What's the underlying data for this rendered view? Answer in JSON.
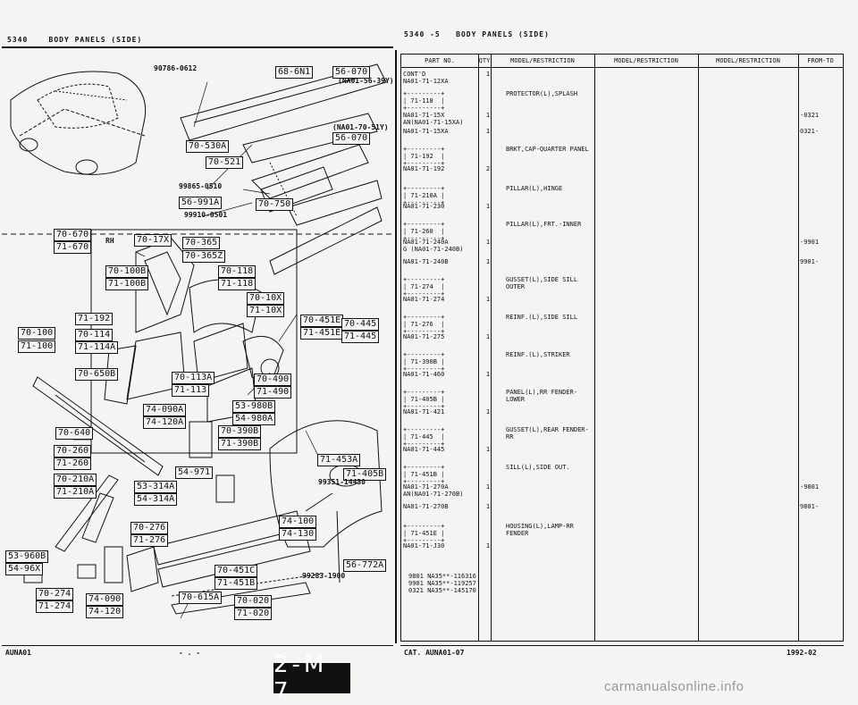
{
  "left_header": {
    "code": "5340",
    "title": "BODY PANELS (SIDE)"
  },
  "right_header": {
    "code": "5340 -5",
    "title": "BODY PANELS (SIDE)"
  },
  "diagram": {
    "callouts": [
      "68-6N1",
      "56-070",
      "70-530A",
      "70-521",
      "56-070",
      "56-991A",
      "70-750",
      "70-17X",
      "70-365",
      "70-365Z",
      "70-670",
      "71-670",
      "70-100B",
      "71-100B",
      "70-118",
      "71-118",
      "70-10X",
      "71-10X",
      "71-192",
      "70-114",
      "71-114A",
      "70-451E",
      "71-451E",
      "70-445",
      "71-445",
      "70-100",
      "71-100",
      "70-650B",
      "70-113A",
      "71-113",
      "70-490",
      "71-490",
      "74-090A",
      "74-120A",
      "53-980B",
      "54-980A",
      "70-640",
      "70-390B",
      "71-390B",
      "70-260",
      "71-260",
      "54-971",
      "71-453A",
      "71-405B",
      "70-210A",
      "71-210A",
      "53-314A",
      "54-314A",
      "70-276",
      "71-276",
      "74-100",
      "74-130",
      "53-960B",
      "54-96X",
      "56-772A",
      "70-451C",
      "71-451B",
      "70-274",
      "71-274",
      "74-090",
      "74-120",
      "70-615A",
      "70-020",
      "71-020"
    ],
    "labels": [
      "90786-0612",
      "(NA01-56-39Y)",
      "(NA01-70-51Y)",
      "99865-0510",
      "99910-0501",
      "RH",
      "99351-14430",
      "99283-1900"
    ]
  },
  "table": {
    "headers": [
      "PART NO.",
      "QTY",
      "MODEL/RESTRICTION",
      "MODEL/RESTRICTION",
      "MODEL/RESTRICTION",
      "FROM-TO"
    ],
    "rows": [
      {
        "pn": "CONT'D\nNA01-71-12XA",
        "qty": "1",
        "desc": "",
        "ft": ""
      },
      {
        "pn": "+---------+\n| 71-118  |\n+---------+",
        "qty": "",
        "desc": "PROTECTOR(L),SPLASH",
        "ft": ""
      },
      {
        "pn": "NA01-71-15X\nAN(NA01-71-15XA)",
        "qty": "1",
        "desc": "",
        "ft": "-0321"
      },
      {
        "pn": "NA01-71-15XA",
        "qty": "1",
        "desc": "",
        "ft": "0321-"
      },
      {
        "pn": "+---------+\n| 71-192  |\n+---------+",
        "qty": "",
        "desc": "BRKT,CAP-QUARTER PANEL",
        "ft": ""
      },
      {
        "pn": "NA01-71-192",
        "qty": "2",
        "desc": "",
        "ft": ""
      },
      {
        "pn": "+---------+\n| 71-210A |\n+---------+",
        "qty": "",
        "desc": "PILLAR(L),HINGE",
        "ft": ""
      },
      {
        "pn": "NA01-71-230",
        "qty": "1",
        "desc": "",
        "ft": ""
      },
      {
        "pn": "+---------+\n| 71-260  |\n+---------+",
        "qty": "",
        "desc": "PILLAR(L),FRT.-INNER",
        "ft": ""
      },
      {
        "pn": "NA01-71-240A\nG (NA01-71-240B)",
        "qty": "1",
        "desc": "",
        "ft": "-9901"
      },
      {
        "pn": "NA01-71-240B",
        "qty": "1",
        "desc": "",
        "ft": "9901-"
      },
      {
        "pn": "+---------+\n| 71-274  |\n+---------+",
        "qty": "",
        "desc": "GUSSET(L),SIDE SILL OUTER",
        "ft": ""
      },
      {
        "pn": "NA01-71-274",
        "qty": "1",
        "desc": "",
        "ft": ""
      },
      {
        "pn": "+---------+\n| 71-276  |\n+---------+",
        "qty": "",
        "desc": "REINF.(L),SIDE SILL",
        "ft": ""
      },
      {
        "pn": "NA01-71-275",
        "qty": "1",
        "desc": "",
        "ft": ""
      },
      {
        "pn": "+---------+\n| 71-390B |\n+---------+",
        "qty": "",
        "desc": "REINF.(L),STRIKER",
        "ft": ""
      },
      {
        "pn": "NA01-71-460",
        "qty": "1",
        "desc": "",
        "ft": ""
      },
      {
        "pn": "+---------+\n| 71-405B |\n+---------+",
        "qty": "",
        "desc": "PANEL(L),RR FENDER-LOWER",
        "ft": ""
      },
      {
        "pn": "NA01-71-421",
        "qty": "1",
        "desc": "",
        "ft": ""
      },
      {
        "pn": "+---------+\n| 71-445  |\n+---------+",
        "qty": "",
        "desc": "GUSSET(L),REAR FENDER-RR",
        "ft": ""
      },
      {
        "pn": "NA01-71-445",
        "qty": "1",
        "desc": "",
        "ft": ""
      },
      {
        "pn": "+---------+\n| 71-451B |\n+---------+",
        "qty": "",
        "desc": "SILL(L),SIDE OUT.",
        "ft": ""
      },
      {
        "pn": "NA01-71-270A\nAN(NA01-71-270B)",
        "qty": "1",
        "desc": "",
        "ft": "-9801"
      },
      {
        "pn": "NA01-71-270B",
        "qty": "1",
        "desc": "",
        "ft": "9801-"
      },
      {
        "pn": "+---------+\n| 71-451E |\n+---------+",
        "qty": "",
        "desc": "HOUSING(L),LAMP-RR FENDER",
        "ft": ""
      },
      {
        "pn": "NA01-71-J30",
        "qty": "1",
        "desc": "",
        "ft": ""
      }
    ],
    "notes": [
      "9801 NA35**-116316",
      "9901 NA35**-119257",
      "0321 NA35**-145170"
    ]
  },
  "footer": {
    "left": "AUNA01",
    "dashes": "- . -",
    "cat": "CAT. AUNA01-07",
    "date": "1992-02",
    "page": "2-M 7"
  },
  "watermark": "carmanualsonline.info"
}
